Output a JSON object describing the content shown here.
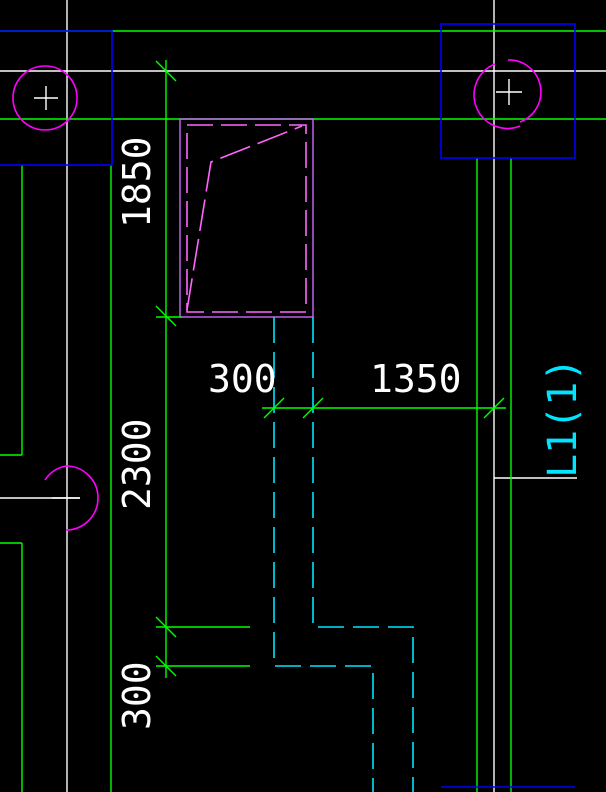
{
  "drawing": {
    "colors": {
      "background": "#000000",
      "white_line": "#ffffff",
      "green_line": "#00ff00",
      "blue_line": "#0000ff",
      "magenta": "#ff00ff",
      "cyan": "#00e5ff",
      "violet": "#cc66ff"
    },
    "dimensions": {
      "vertical_top": "1850",
      "vertical_middle": "2300",
      "vertical_bottom": "300",
      "horizontal_left": "300",
      "horizontal_right": "1350"
    },
    "beam_label": "L1(1)"
  }
}
